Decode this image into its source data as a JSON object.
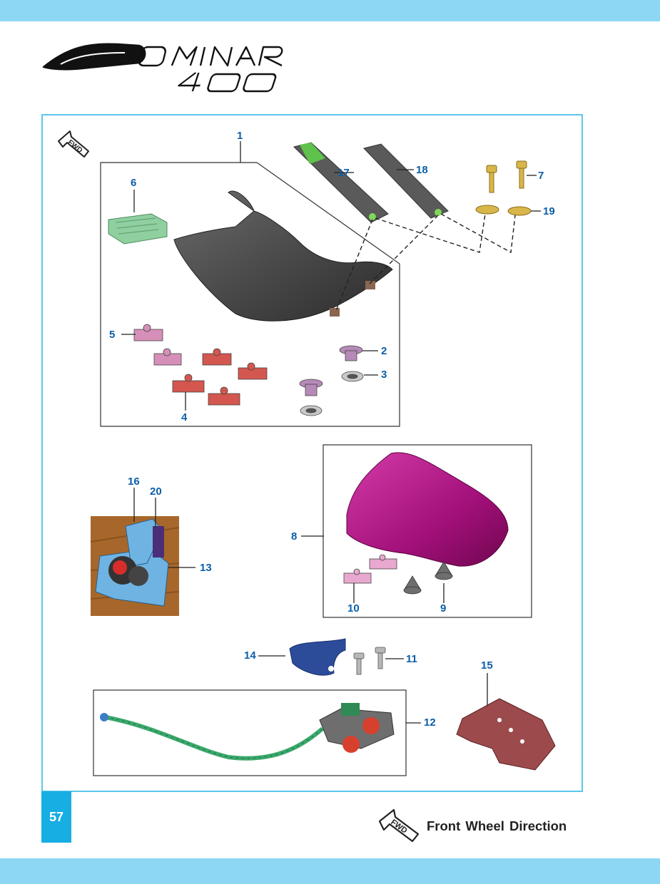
{
  "theme": {
    "band_color": "#8dd6f4",
    "frame_color": "#5bc7ea",
    "callout_color": "#0b5ea8",
    "page_number_bg": "#16aee3"
  },
  "logo": {
    "text": "DOMINAR 400"
  },
  "fwd_badge": {
    "label": "FWD",
    "icon": "fwd-arrow-icon"
  },
  "callouts": [
    {
      "number": "1"
    },
    {
      "number": "2"
    },
    {
      "number": "3"
    },
    {
      "number": "4"
    },
    {
      "number": "5"
    },
    {
      "number": "6"
    },
    {
      "number": "7"
    },
    {
      "number": "8"
    },
    {
      "number": "9"
    },
    {
      "number": "10"
    },
    {
      "number": "11"
    },
    {
      "number": "12"
    },
    {
      "number": "13"
    },
    {
      "number": "14"
    },
    {
      "number": "15"
    },
    {
      "number": "16"
    },
    {
      "number": "17"
    },
    {
      "number": "18"
    },
    {
      "number": "19"
    },
    {
      "number": "20"
    }
  ],
  "footer": {
    "page_number": "57",
    "legend_badge": "FWD",
    "legend_label": "Front Wheel Direction"
  }
}
